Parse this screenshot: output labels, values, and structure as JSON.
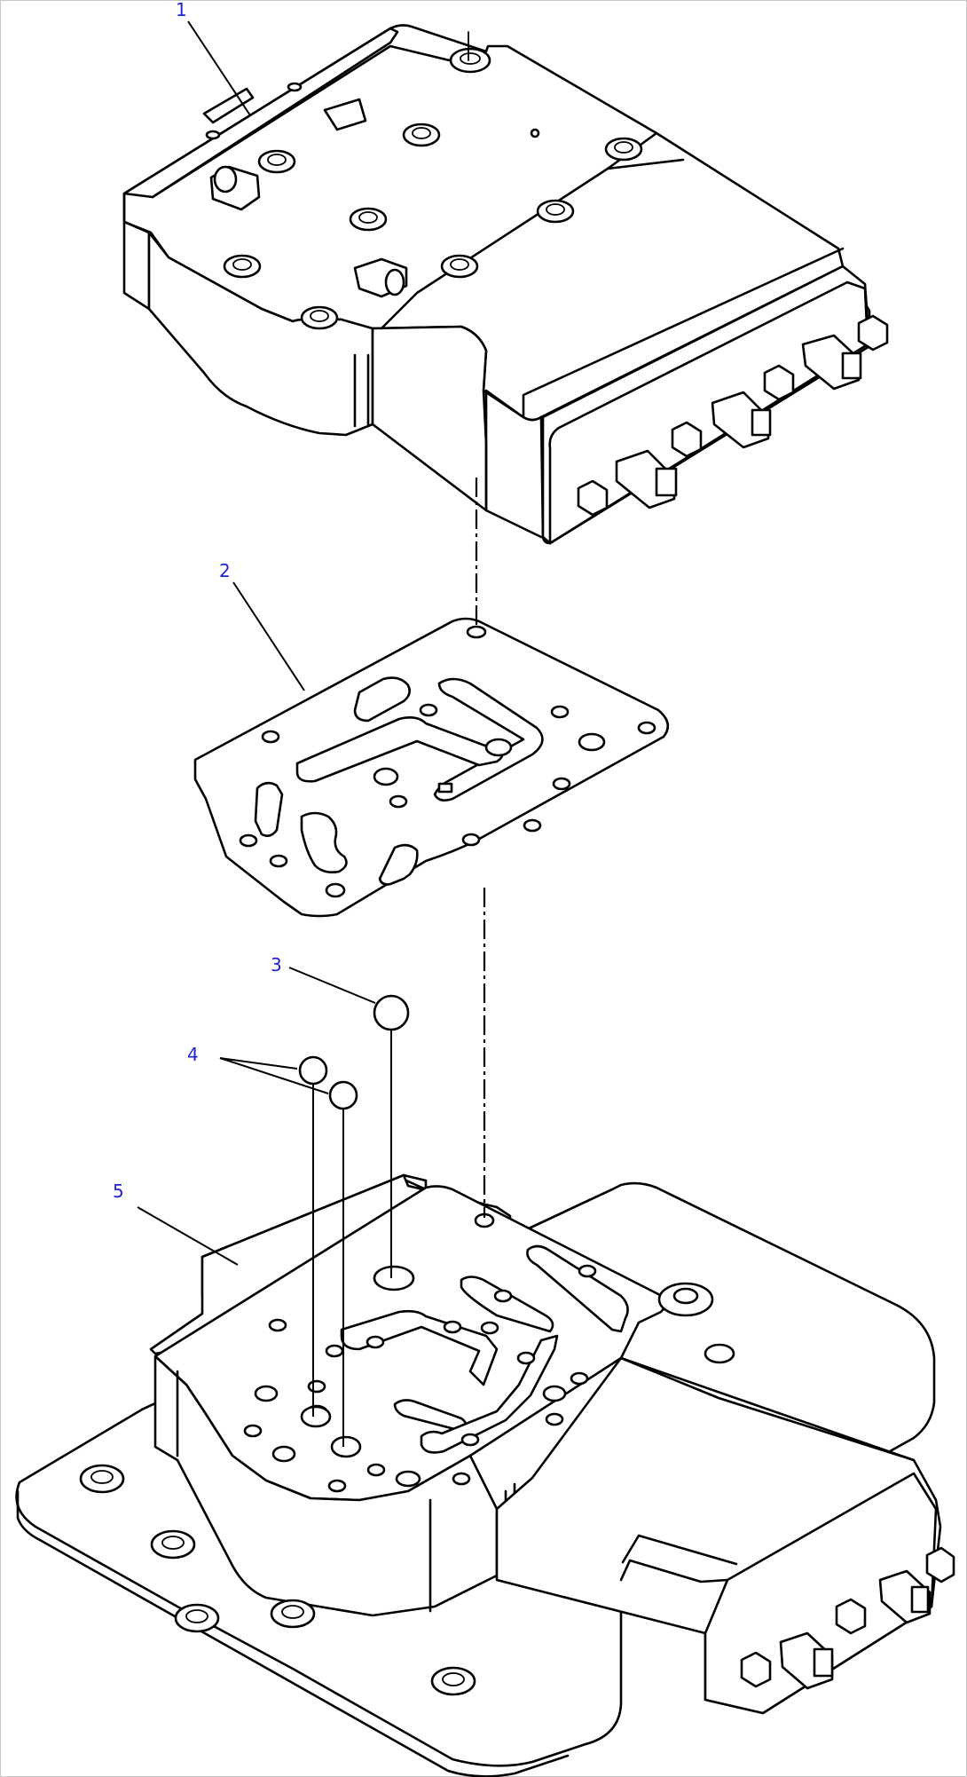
{
  "callouts": [
    {
      "id": "1",
      "label": "1"
    },
    {
      "id": "2",
      "label": "2"
    },
    {
      "id": "3",
      "label": "3"
    },
    {
      "id": "4",
      "label": "4"
    },
    {
      "id": "5",
      "label": "5"
    }
  ],
  "colors": {
    "callout": "#1f1fd6",
    "line": "#000000",
    "background": "#ffffff"
  }
}
